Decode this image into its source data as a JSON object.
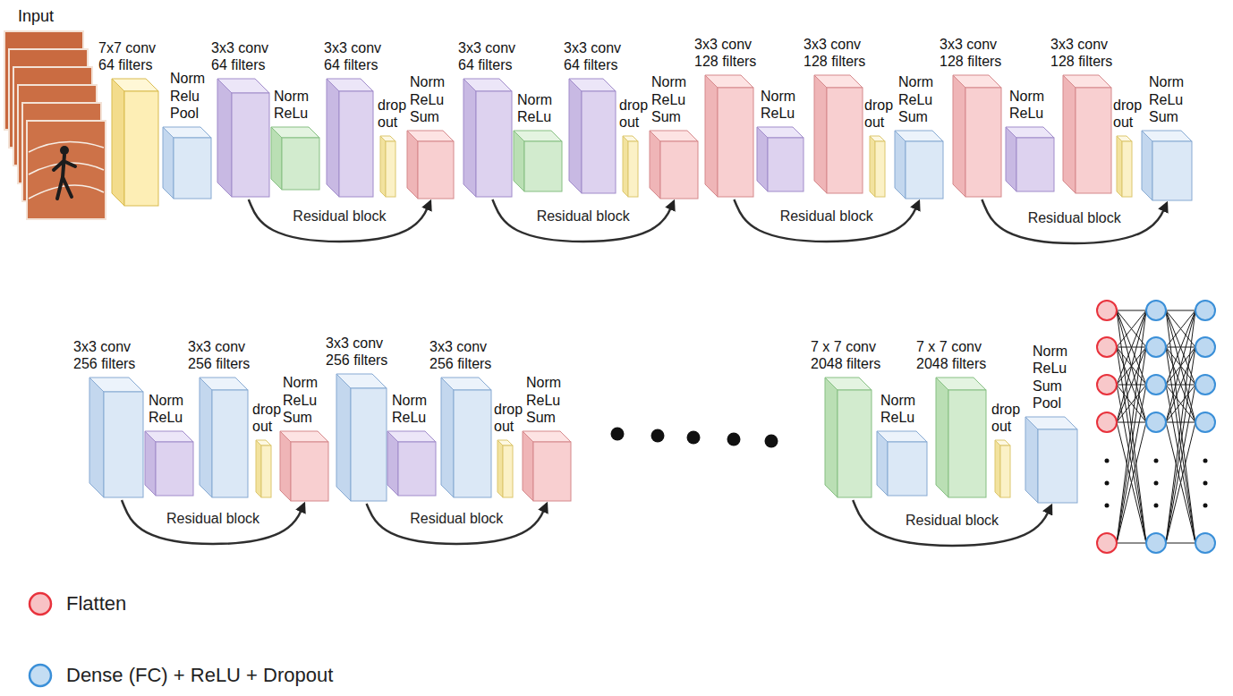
{
  "diagram": {
    "nodes": [
      {
        "text": [
          "7x7 conv 64 filters"
        ]
      },
      {
        "text": [
          "Norm Relu Pool"
        ]
      },
      {
        "text": [
          "3x3 conv 64 filters"
        ]
      },
      {
        "text": [
          "Norm ReLu"
        ]
      },
      {
        "text": [
          "3x3 conv 64 filters"
        ]
      },
      {
        "text": [
          "drop out"
        ]
      },
      {
        "text": [
          "Norm ReLu Sum"
        ]
      },
      {
        "text": [
          "3x3 conv 64 filters"
        ]
      },
      {
        "text": [
          "Norm ReLu"
        ]
      },
      {
        "text": [
          "3x3 conv 64 filters"
        ]
      },
      {
        "text": [
          "drop out"
        ]
      },
      {
        "text": [
          "Norm ReLu Sum"
        ]
      },
      {
        "text": [
          "3x3 conv 128 filters"
        ]
      },
      {
        "text": [
          "Norm ReLu"
        ]
      },
      {
        "text": [
          "3x3 conv 128 filters"
        ]
      },
      {
        "text": [
          "drop out"
        ]
      },
      {
        "text": [
          "Norm ReLu Sum"
        ]
      },
      {
        "text": [
          "3x3 conv 128 filters"
        ]
      },
      {
        "text": [
          "Norm ReLu"
        ]
      },
      {
        "text": [
          "3x3 conv 128 filters"
        ]
      },
      {
        "text": [
          "drop out"
        ]
      },
      {
        "text": [
          "Norm ReLu Sum"
        ]
      },
      {
        "text": [
          "3x3 conv 256 filters"
        ]
      },
      {
        "text": [
          "Norm ReLu"
        ]
      },
      {
        "text": [
          "3x3 conv 256 filters"
        ]
      },
      {
        "text": [
          "drop out"
        ]
      },
      {
        "text": [
          "Norm ReLu Sum"
        ]
      },
      {
        "text": [
          "3x3 conv 256 filters"
        ]
      },
      {
        "text": [
          "Norm ReLu"
        ]
      },
      {
        "text": [
          "3x3 conv 256 filters"
        ]
      },
      {
        "text": [
          "drop out"
        ]
      },
      {
        "text": [
          "Norm ReLu Sum"
        ]
      },
      {
        "text": [
          "7 x 7 conv 2048 filters"
        ]
      },
      {
        "text": [
          "Norm ReLu"
        ]
      },
      {
        "text": [
          "7 x 7 conv 2048 filters"
        ]
      },
      {
        "text": [
          "drop out"
        ]
      },
      {
        "text": [
          "Norm ReLu Sum Pool"
        ]
      }
    ],
    "edges": [
      {
        "from": 2,
        "to": 6,
        "label": "Residual block",
        "arrow": "to"
      },
      {
        "from": 7,
        "to": 11,
        "label": "Residual block",
        "arrow": "to"
      },
      {
        "from": 12,
        "to": 16,
        "label": "Residual block",
        "arrow": "to"
      },
      {
        "from": 17,
        "to": 21,
        "label": "Residual block",
        "arrow": "to"
      },
      {
        "from": 22,
        "to": 26,
        "label": "Residual block",
        "arrow": "to"
      },
      {
        "from": 27,
        "to": 31,
        "label": "Residual block",
        "arrow": "to"
      },
      {
        "from": 32,
        "to": 36,
        "label": "Residual block",
        "arrow": "to"
      }
    ],
    "labels": [
      "Input"
    ],
    "legend": [
      {
        "text": "Flatten",
        "color": "#e8323c"
      },
      {
        "text": "Dense (FC) + ReLU + Dropout",
        "color": "#3a8fd8"
      }
    ]
  }
}
